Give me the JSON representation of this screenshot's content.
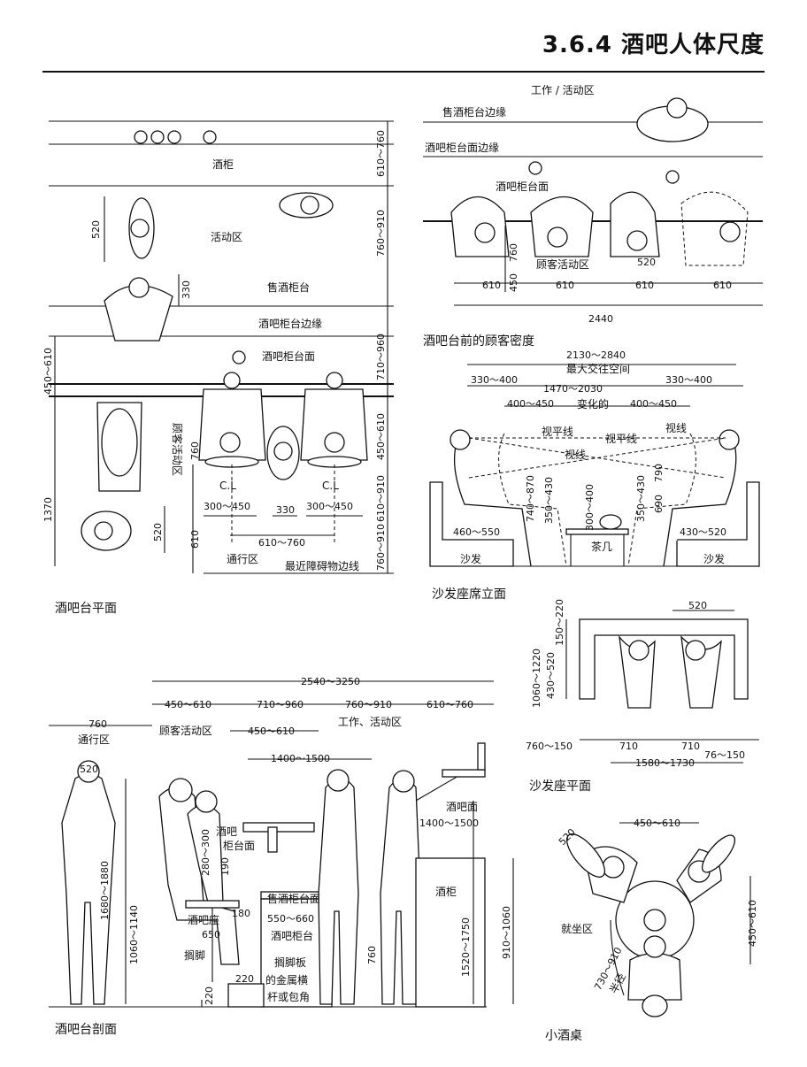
{
  "header": {
    "title": "3.6.4  酒吧人体尺度"
  },
  "plan": {
    "caption": "酒吧台平面",
    "labels": {
      "liquor_cabinet": "酒柜",
      "activity_zone": "活动区",
      "sales_counter": "售酒柜台",
      "bar_edge": "酒吧柜台边缘",
      "bar_top": "酒吧柜台面",
      "customer_zone": "顾客活动区",
      "passage": "通行区",
      "obstacle_edge": "最近障碍物边线",
      "cl1": "C.L",
      "cl2": "C.L"
    },
    "dims": {
      "d520a": "520",
      "d330a": "330",
      "d450_610": "450～610",
      "d1370": "1370",
      "d760": "760",
      "d610": "610",
      "d520b": "520",
      "d300_450a": "300～450",
      "d330b": "330",
      "d300_450b": "300～450",
      "d610_760": "610～760",
      "r610_760": "610～760",
      "r760_910a": "760～910",
      "r710_960": "710～960",
      "r450_610": "450～610",
      "r610_910": "610～910",
      "r760_910b": "760～910"
    }
  },
  "density": {
    "caption": "酒吧台前的顾客密度",
    "labels": {
      "work_zone": "工作 / 活动区",
      "sales_edge": "售酒柜台边缘",
      "bar_top_edge": "酒吧柜台面边缘",
      "bar_top": "酒吧柜台面",
      "customer_zone": "顾客活动区"
    },
    "dims": {
      "d760": "760",
      "d450": "450",
      "d520": "520",
      "s1": "610",
      "s2": "610",
      "s3": "610",
      "s4": "610",
      "total": "2440"
    }
  },
  "sofa_elev": {
    "caption": "沙发座席立面",
    "labels": {
      "max_space": "最大交往空间",
      "changing": "变化的",
      "sight1": "视平线",
      "sight2": "视平线",
      "sight3": "视线",
      "sight4": "视线",
      "sofa_l": "沙发",
      "tea_table": "茶几",
      "sofa_r": "沙发"
    },
    "dims": {
      "d2130_2840": "2130～2840",
      "d330_400a": "330～400",
      "d1470_2030": "1470～2030",
      "d330_400b": "330～400",
      "d400_450a": "400～450",
      "d400_450b": "400～450",
      "d740_870": "740～870",
      "d350_430a": "350～430",
      "d300_400": "300～400",
      "d350_430b": "350～430",
      "d790": "790",
      "d690": "690",
      "d460_550": "460～550",
      "d430_520": "430～520"
    }
  },
  "sofa_plan": {
    "caption": "沙发座平面",
    "dims": {
      "d520": "520",
      "d150_220": "150～220",
      "d1060_1220": "1060～1220",
      "d430_520": "430～520",
      "d760_150": "760～150",
      "d710a": "710",
      "d710b": "710",
      "d76_150": "76～150",
      "d1580_1730": "1580～1730"
    }
  },
  "section": {
    "caption": "酒吧台剖面",
    "labels": {
      "passage": "通行区",
      "customer_zone": "顾客活动区",
      "work_zone": "工作、活动区",
      "bar_top_a": "酒吧",
      "bar_top_b": "柜台面",
      "bar_top_r": "酒吧面",
      "sales_top": "售酒柜台面",
      "stool": "酒吧座",
      "footrest": "搁脚",
      "bar_counter": "酒吧柜台",
      "liquor_cabinet": "酒柜",
      "rail_1": "搁脚板",
      "rail_2": "的金属横",
      "rail_3": "杆或包角"
    },
    "dims": {
      "d2540_3250": "2540～3250",
      "d760": "760",
      "d450_610a": "450～610",
      "d710_960": "710～960",
      "d760_910": "760～910",
      "d610_760": "610～760",
      "d520": "520",
      "d450_610b": "450～610",
      "d1400_1500a": "1400～1500",
      "d1400_1500b": "1400～1500",
      "d1680_1880": "1680～1880",
      "d1060_1140": "1060～1140",
      "d280_300": "280～300",
      "d190": "190",
      "d180": "180",
      "d650": "650",
      "d550_660": "550～660",
      "d220a": "220",
      "d220b": "220",
      "d760v": "760",
      "d1520_1750": "1520～1750",
      "d910_1060": "910～1060"
    }
  },
  "small_table": {
    "caption": "小酒桌",
    "labels": {
      "seating": "就坐区",
      "radius": "半径"
    },
    "dims": {
      "d520": "520",
      "d450_610a": "450～610",
      "d450_610b": "450～610",
      "d730_910": "730～910"
    }
  }
}
